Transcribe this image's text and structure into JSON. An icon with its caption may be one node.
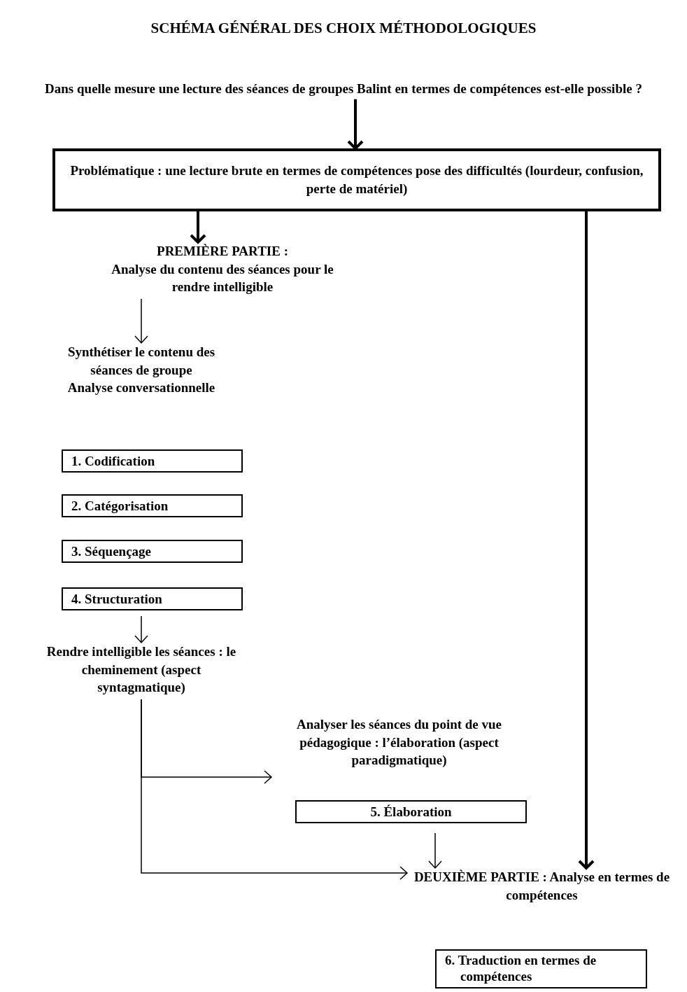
{
  "diagram": {
    "title": "SCHÉMA GÉNÉRAL DES CHOIX MÉTHODOLOGIQUES",
    "nodes": [
      {
        "text": [
          "Dans quelle mesure une lecture des séances de groupes Balint en termes de compétences est-elle possible ?"
        ]
      },
      {
        "text": [
          "Problématique : une lecture brute en termes de compétences pose des difficultés (lourdeur, confusion, perte de matériel)"
        ]
      },
      {
        "text": [
          "PREMIÈRE PARTIE :",
          "Analyse du contenu des séances pour le rendre intelligible"
        ]
      },
      {
        "text": [
          "Synthétiser le contenu des séances de groupe",
          "Analyse conversationnelle"
        ]
      },
      {
        "text": [
          "1. Codification"
        ]
      },
      {
        "text": [
          "2. Catégorisation"
        ]
      },
      {
        "text": [
          "3. Séquençage"
        ]
      },
      {
        "text": [
          "4. Structuration"
        ]
      },
      {
        "text": [
          "Rendre intelligible les séances : le cheminement (aspect syntagmatique)"
        ]
      },
      {
        "text": [
          "Analyser les séances du point de vue pédagogique : l’élaboration (aspect paradigmatique)"
        ]
      },
      {
        "text": [
          "5. Élaboration"
        ]
      },
      {
        "text": [
          "DEUXIÈME PARTIE : Analyse en termes de compétences"
        ]
      },
      {
        "text": [
          "6. Traduction en termes de compétences"
        ]
      }
    ],
    "edges": [
      {
        "from": 0,
        "to": 1,
        "arrow": "to",
        "style": "thick"
      },
      {
        "from": 1,
        "to": 2,
        "arrow": "to",
        "style": "thick"
      },
      {
        "from": 1,
        "to": 11,
        "arrow": "to",
        "style": "thick"
      },
      {
        "from": 2,
        "to": 3,
        "arrow": "to"
      },
      {
        "from": 7,
        "to": 8,
        "arrow": "to"
      },
      {
        "from": 8,
        "to": 9,
        "arrow": "to"
      },
      {
        "from": 8,
        "to": 11,
        "arrow": "to"
      },
      {
        "from": 10,
        "to": 11,
        "arrow": "to"
      }
    ]
  }
}
